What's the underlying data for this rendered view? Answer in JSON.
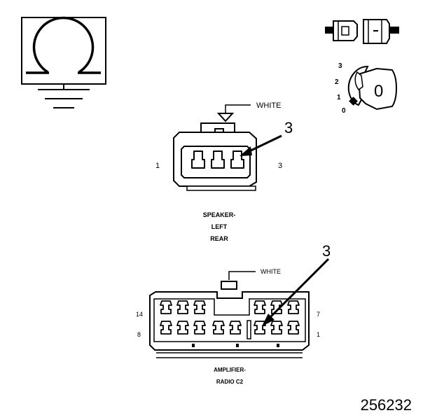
{
  "speaker": {
    "color_label": "WHITE",
    "callout": "3",
    "pin_left": "1",
    "pin_right": "3",
    "name_line1": "SPEAKER-",
    "name_line2": "LEFT",
    "name_line3": "REAR"
  },
  "amplifier": {
    "color_label": "WHITE",
    "callout": "3",
    "pin_top_left": "14",
    "pin_top_right": "7",
    "pin_bottom_left": "8",
    "pin_bottom_right": "1",
    "name_line1": "AMPLIFIER-",
    "name_line2": "RADIO C2"
  },
  "key": {
    "pos3": "3",
    "pos2": "2",
    "pos1": "1",
    "pos0": "0",
    "current": "0"
  },
  "figure_number": "256232",
  "icons": [
    "headphone-ground-symbol",
    "connector-plug-icon",
    "ignition-key-icon"
  ]
}
